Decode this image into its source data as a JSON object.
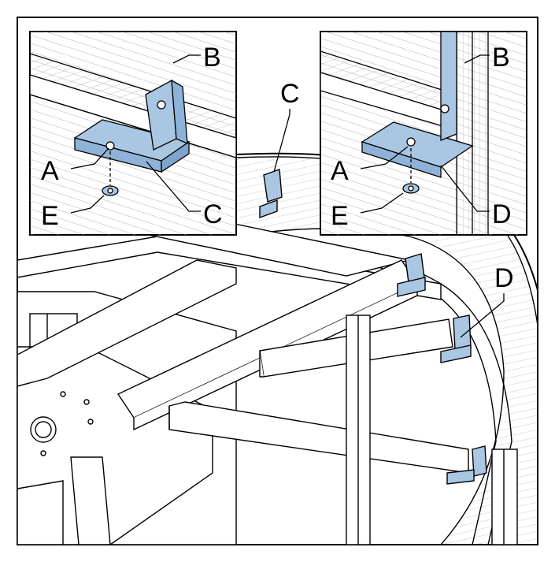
{
  "callouts": {
    "inset_left": {
      "a": "A",
      "b": "B",
      "c": "C",
      "e": "E"
    },
    "inset_right": {
      "a": "A",
      "b": "B",
      "d": "D",
      "e": "E"
    },
    "main": {
      "c": "C",
      "d": "D"
    }
  },
  "colors": {
    "part_blue": "#a9c6e2",
    "part_blue_dark": "#6f97c1",
    "line": "#000000",
    "hatch": "#9a9a9a",
    "background": "#ffffff"
  }
}
